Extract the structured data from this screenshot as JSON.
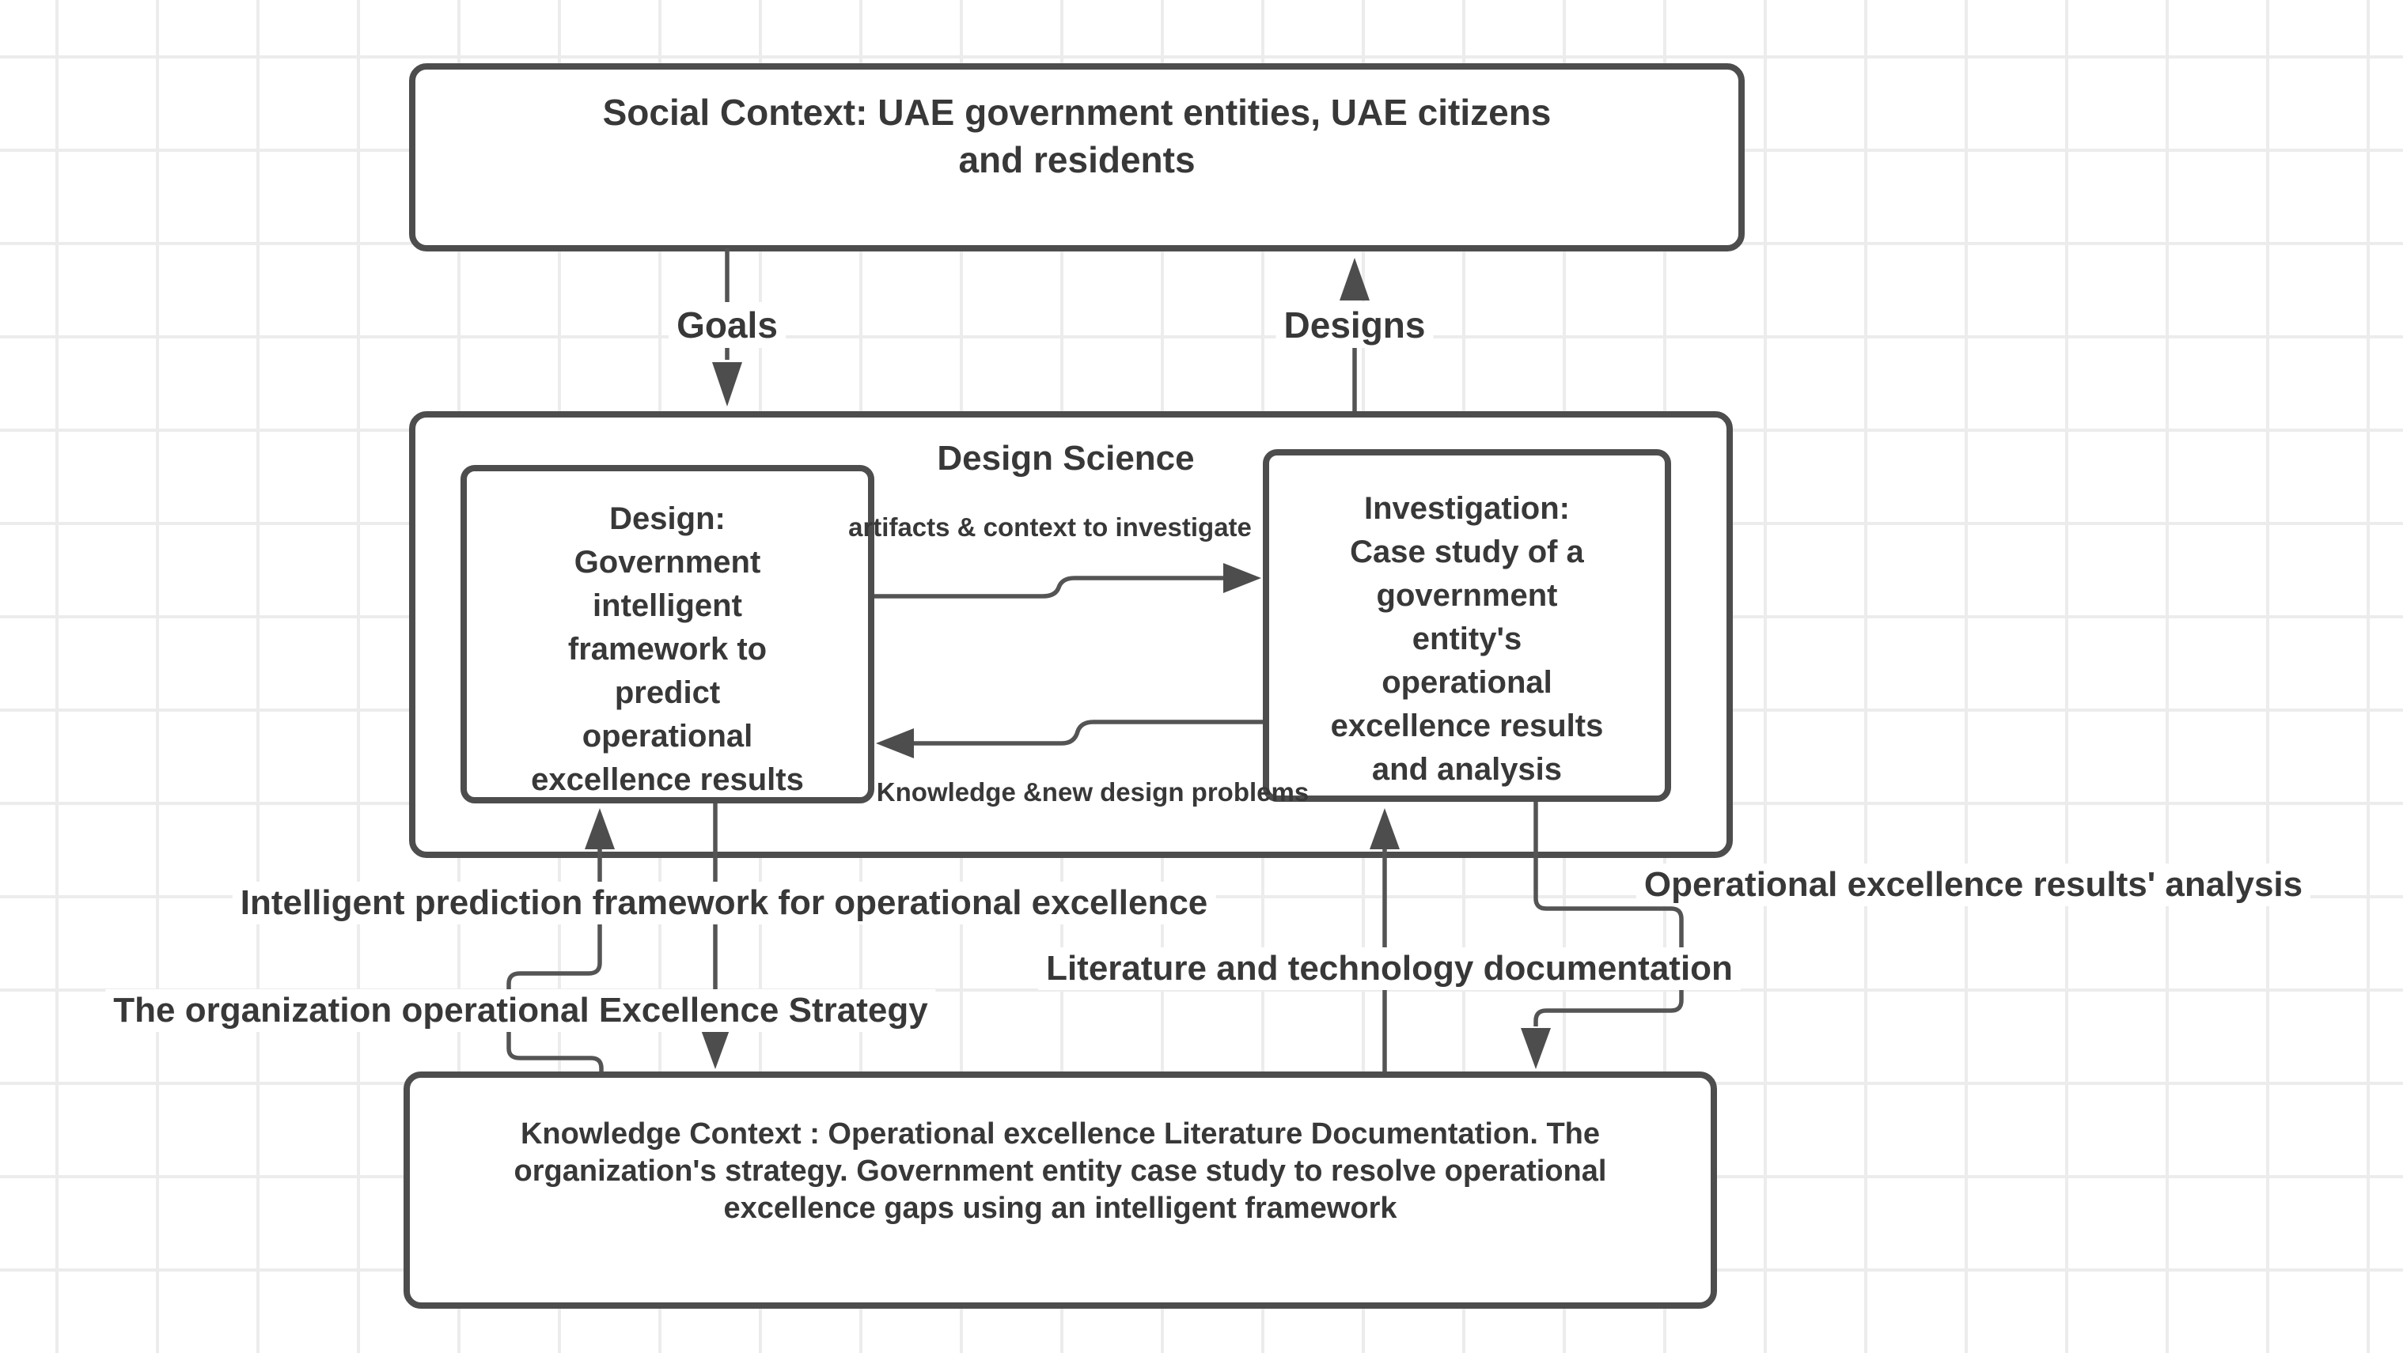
{
  "diagram": {
    "nodes": {
      "social_context": {
        "text": "Social Context:  UAE government entities, UAE citizens\nand residents"
      },
      "design_science": {
        "title": "Design Science"
      },
      "design": {
        "text": "Design:\nGovernment\nintelligent\nframework  to\npredict\noperational\nexcellence results"
      },
      "investigation": {
        "text": "Investigation:\nCase study of a\ngovernment\nentity's\noperational\nexcellence results\nand analysis"
      },
      "knowledge_context": {
        "text": "Knowledge Context : Operational excellence Literature Documentation. The\norganization's strategy.  Government entity case study to resolve operational\nexcellence gaps using an intelligent framework"
      }
    },
    "edge_labels": {
      "goals": "Goals",
      "designs": "Designs",
      "artifacts": "artifacts &  context to investigate",
      "knowledge": "Knowledge &new design problems",
      "intelligent_prediction": "Intelligent prediction framework for operational excellence",
      "strategy": "The organization operational Excellence Strategy",
      "literature": "Literature and technology documentation",
      "analysis": "Operational excellence results' analysis"
    },
    "colors": {
      "node_stroke": "#4d4d4d",
      "edge_stroke": "#545454",
      "text": "#383838",
      "grid": "#ececec",
      "fill": "#ffffff"
    }
  }
}
